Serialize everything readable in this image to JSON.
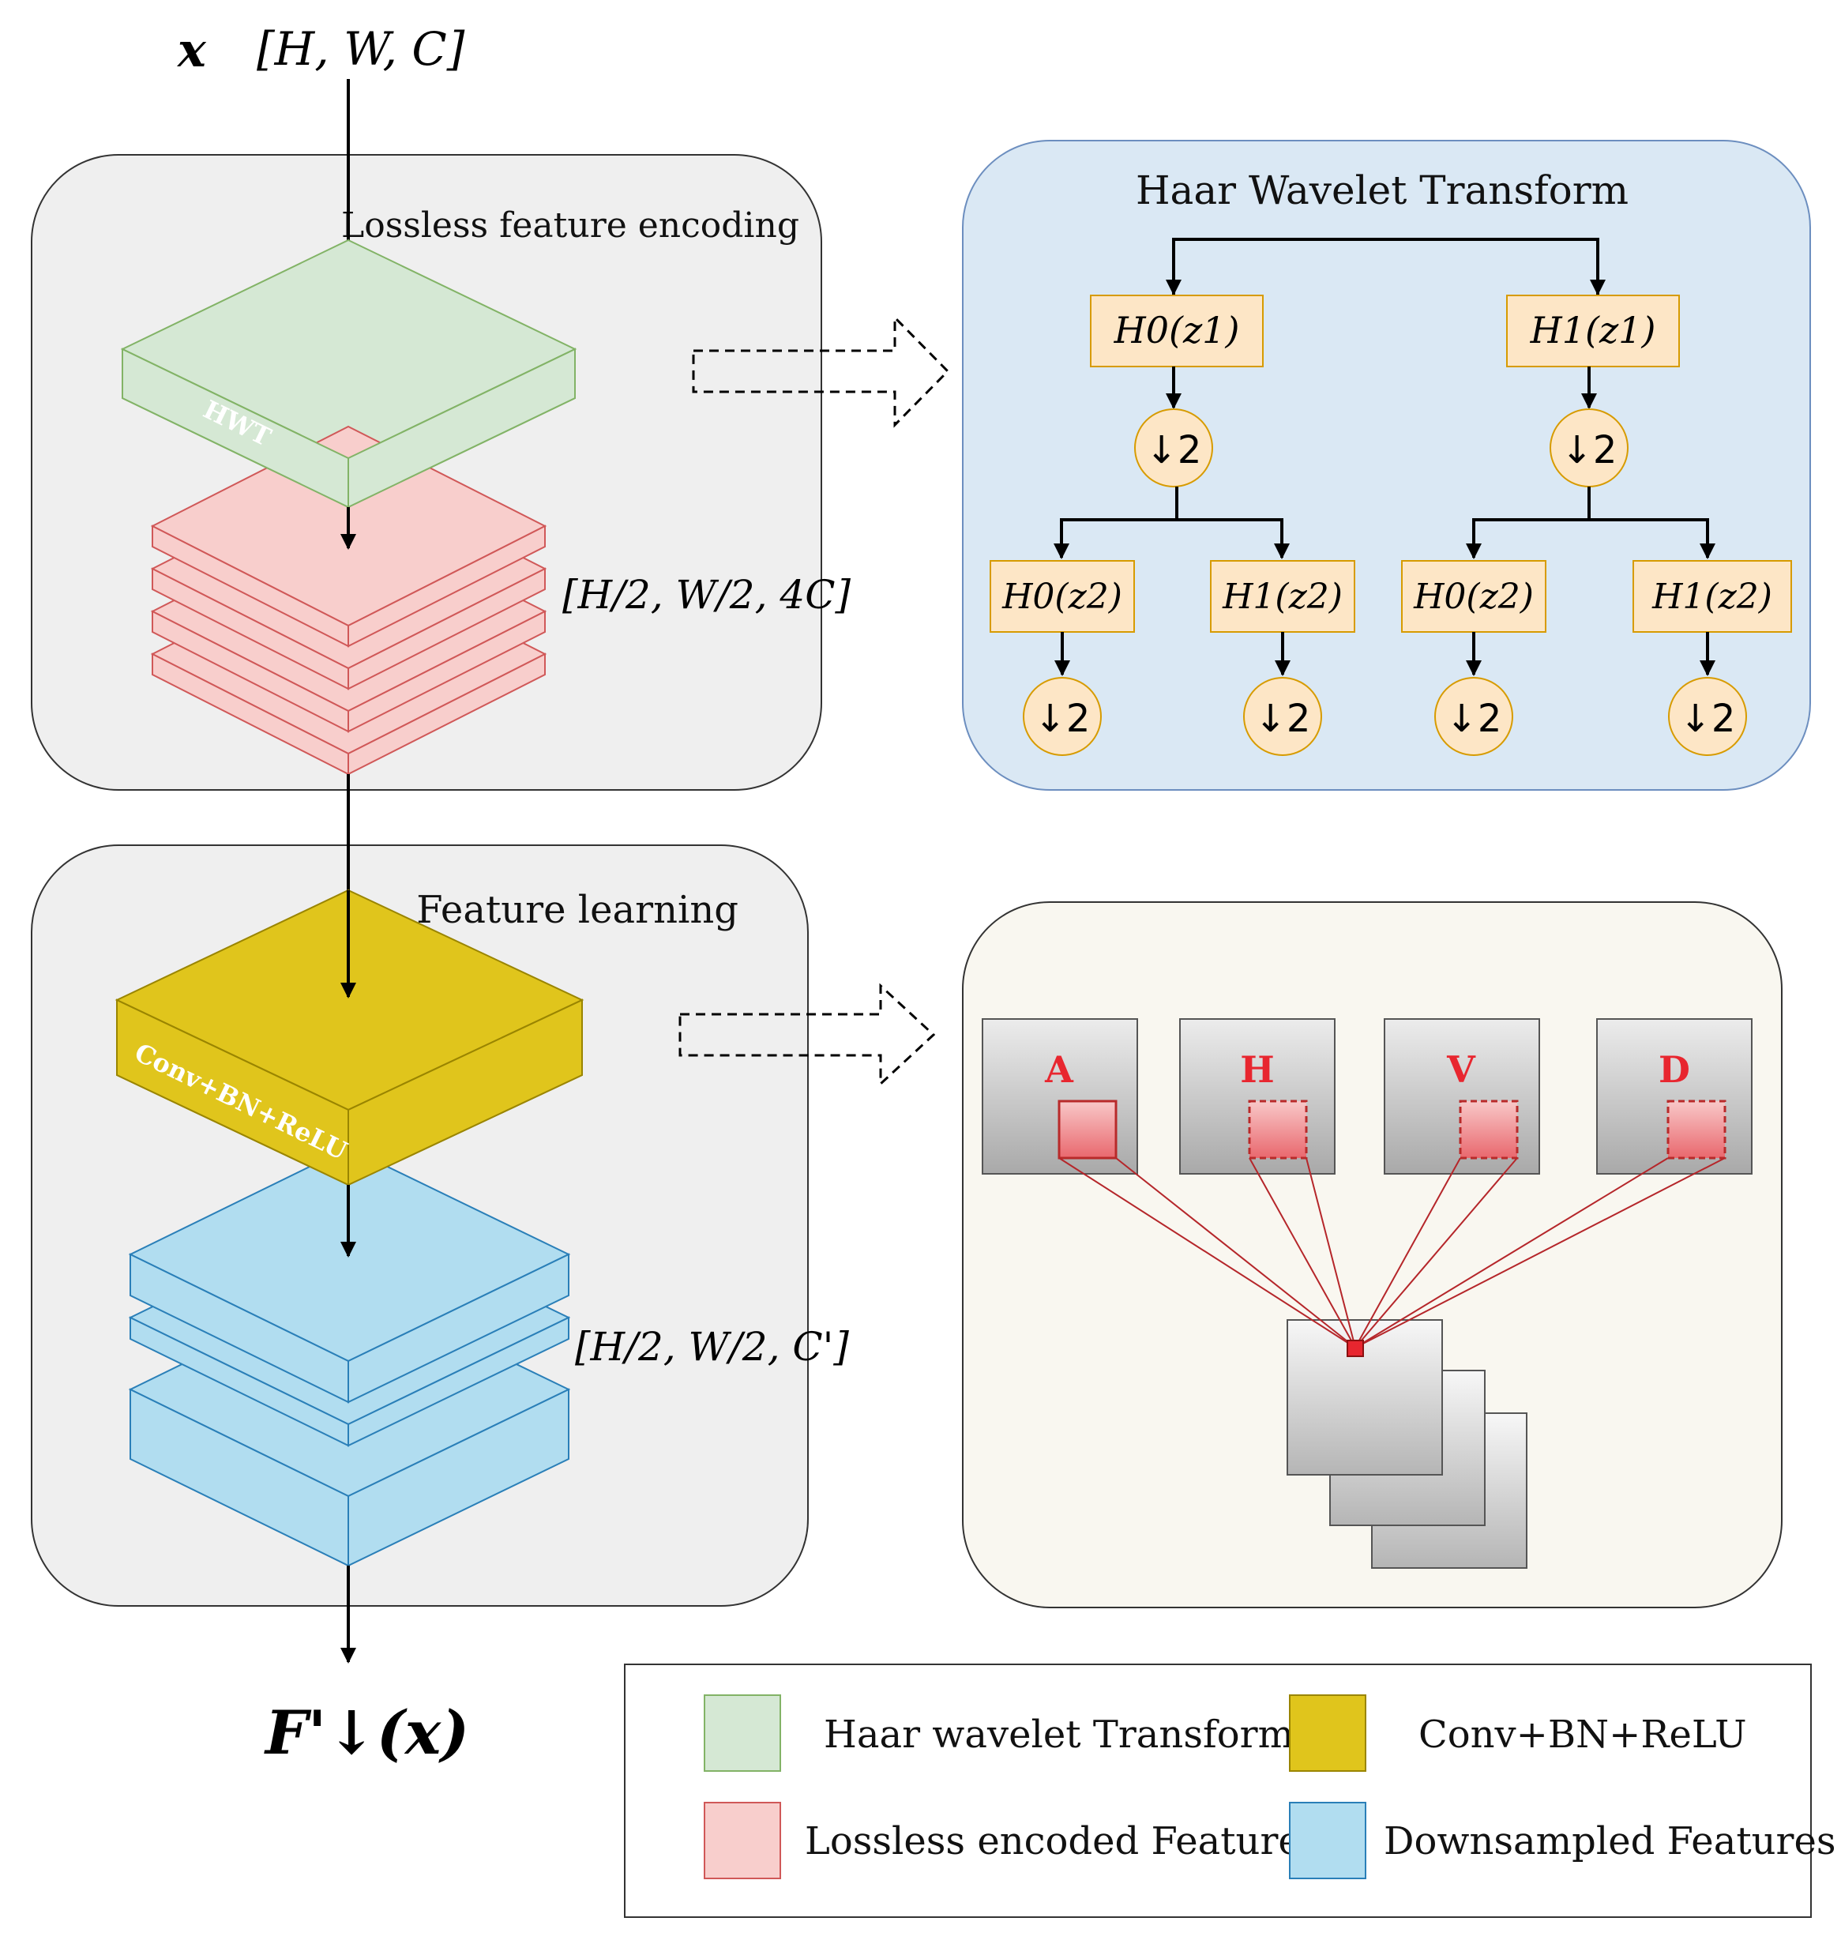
{
  "input": {
    "var": "x",
    "shape": "[H, W, C]"
  },
  "encoding_panel": {
    "title": "Lossless feature encoding",
    "hwt_label": "HWT",
    "shape": "[H/2, W/2, 4C]"
  },
  "learning_panel": {
    "title": "Feature learning",
    "conv_label": "Conv+BN+ReLU",
    "shape": "[H/2, W/2, C']"
  },
  "output": {
    "label": "F'↓(x)"
  },
  "haar_panel": {
    "title": "Haar Wavelet Transform",
    "level1": {
      "left": "H0(z1)",
      "right": "H1(z1)"
    },
    "level2": {
      "a": "H0(z2)",
      "b": "H1(z2)",
      "c": "H0(z2)",
      "d": "H1(z2)"
    },
    "down": "↓2"
  },
  "subband_panel": {
    "bands": [
      "A",
      "H",
      "V",
      "D"
    ]
  },
  "legend": {
    "items": [
      {
        "label": "Haar wavelet Transform",
        "color": "#d5e8d4"
      },
      {
        "label": "Conv+BN+ReLU",
        "color": "#e0c51c"
      },
      {
        "label": "Lossless encoded Features",
        "color": "#f8cecc"
      },
      {
        "label": "Downsampled Features",
        "color": "#b1ddf0"
      }
    ]
  },
  "colors": {
    "green_fill": "#d5e8d4",
    "green_stroke": "#82b366",
    "pink_fill": "#f8cecc",
    "pink_stroke": "#d05858",
    "yellow_fill": "#e0c51c",
    "yellow_stroke": "#9a8500",
    "blue_fill": "#b1ddf0",
    "blue_stroke": "#2a7fb8",
    "panel_gray": "#efefef",
    "panel_blue": "#dae8f4",
    "panel_cream": "#f9f7f0",
    "orange_fill": "#fde6c6",
    "orange_stroke": "#d79b00",
    "red": "#e8262f"
  }
}
